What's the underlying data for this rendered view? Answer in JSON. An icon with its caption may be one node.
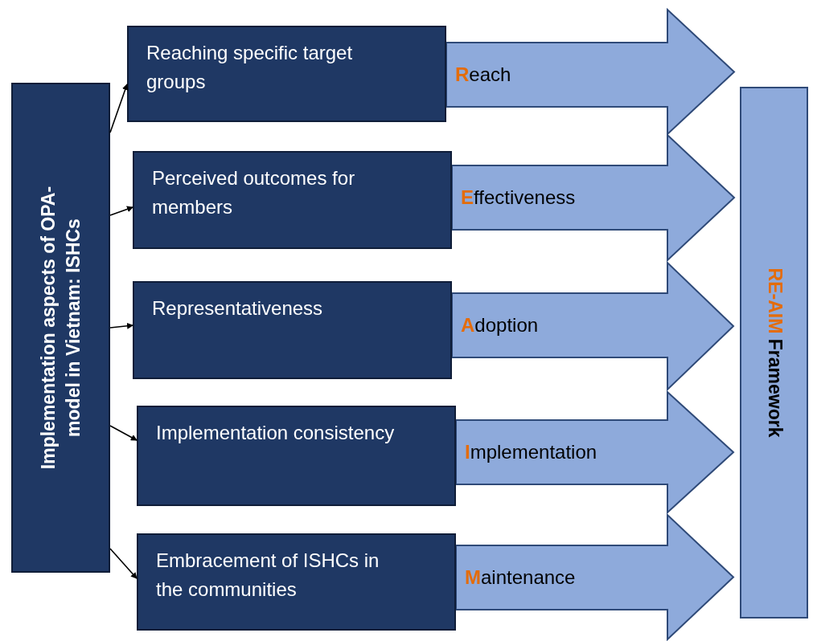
{
  "diagram": {
    "nodes": [
      {
        "text": [
          "Implementation aspects of OPA-model in Vietnam: ISHCs"
        ]
      },
      {
        "text": [
          "Reaching specific target groups"
        ]
      },
      {
        "text": [
          "Perceived outcomes for members"
        ]
      },
      {
        "text": [
          "Representativeness"
        ]
      },
      {
        "text": [
          "Implementation consistency"
        ]
      },
      {
        "text": [
          "Embracement of ISHCs in the communities"
        ]
      },
      {
        "text": [
          "**R**each"
        ]
      },
      {
        "text": [
          "**E**ffectiveness"
        ]
      },
      {
        "text": [
          "**A**doption"
        ]
      },
      {
        "text": [
          "**I**mplementation"
        ]
      },
      {
        "text": [
          "**M**aintenance"
        ]
      },
      {
        "text": [
          "**RE-AIM** Framework"
        ]
      }
    ],
    "edges": [
      {
        "from": 0,
        "to": 1,
        "arrow": "to"
      },
      {
        "from": 0,
        "to": 2,
        "arrow": "to"
      },
      {
        "from": 0,
        "to": 3,
        "arrow": "to"
      },
      {
        "from": 0,
        "to": 4,
        "arrow": "to"
      },
      {
        "from": 0,
        "to": 5,
        "arrow": "to"
      }
    ]
  }
}
